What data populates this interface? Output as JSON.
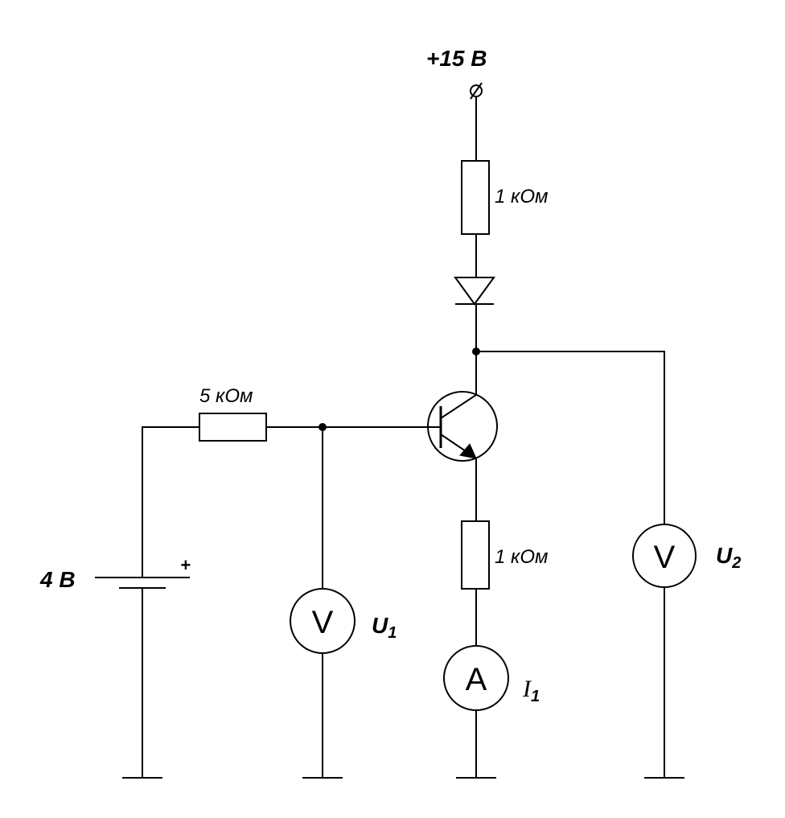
{
  "supply": {
    "label": "+15  В"
  },
  "battery": {
    "label": "4 В",
    "plus": "+"
  },
  "resistors": {
    "collector": "1 кОм",
    "base": "5 кОм",
    "emitter": "1 кОм"
  },
  "meters": {
    "u1_symbol": "V",
    "u1_name": "U",
    "u1_sub": "1",
    "u2_symbol": "V",
    "u2_name": "U",
    "u2_sub": "2",
    "i1_symbol": "A",
    "i1_name": "I",
    "i1_sub": "1"
  }
}
